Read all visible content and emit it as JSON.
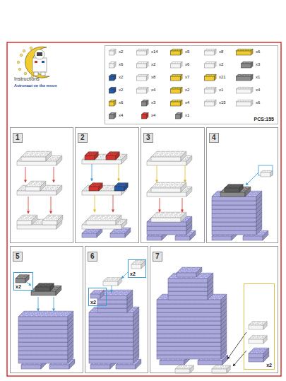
{
  "diagram": {
    "nodes": [
      {
        "text": [
          "Instructions",
          "Astronaut on the moon"
        ]
      },
      {
        "text": [
          "PCS:155"
        ]
      },
      {
        "text": [
          "1"
        ]
      },
      {
        "text": [
          "2"
        ]
      },
      {
        "text": [
          "3"
        ]
      },
      {
        "text": [
          "4"
        ]
      },
      {
        "text": [
          "5"
        ]
      },
      {
        "text": [
          "6"
        ]
      },
      {
        "text": [
          "7"
        ]
      },
      {
        "text": [
          "x2"
        ],
        "in": 6
      },
      {
        "text": [
          "x2"
        ],
        "in": 7
      },
      {
        "text": [
          "x2"
        ],
        "in": 7
      },
      {
        "text": [
          "x2"
        ],
        "in": 8
      }
    ],
    "labels": [
      "x2",
      "x14",
      "x5",
      "x8",
      "x6",
      "x6",
      "x2",
      "x6",
      "x2",
      "x3",
      "x2",
      "x8",
      "x7",
      "x21",
      "x1",
      "x2",
      "x4",
      "x2",
      "x1",
      "x4",
      "x6",
      "x3",
      "x4",
      "x15",
      "x6",
      "x4",
      "x4",
      "x1"
    ]
  }
}
